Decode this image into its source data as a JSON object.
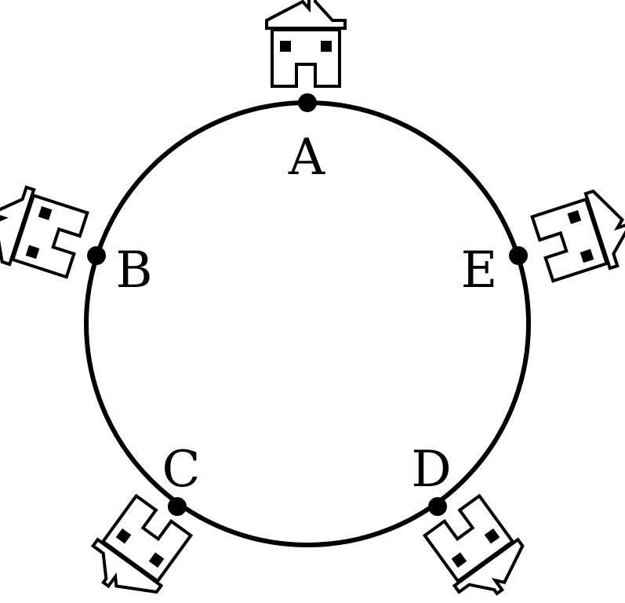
{
  "diagram": {
    "points": [
      {
        "id": "A",
        "label": "A"
      },
      {
        "id": "B",
        "label": "B"
      },
      {
        "id": "C",
        "label": "C"
      },
      {
        "id": "D",
        "label": "D"
      },
      {
        "id": "E",
        "label": "E"
      }
    ],
    "colors": {
      "stroke": "#000000",
      "background": "#ffffff"
    }
  }
}
